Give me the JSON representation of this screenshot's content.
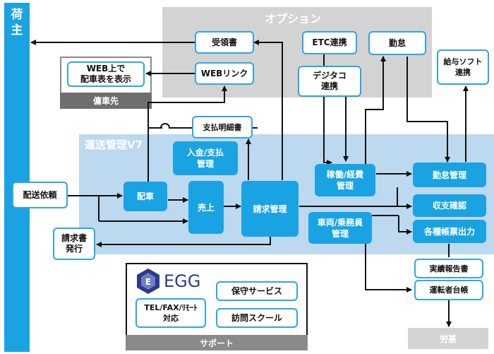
{
  "colors": {
    "accent": "#1aa3e3",
    "light_blue": "#bcd9f0",
    "gray": "#d3d3d3",
    "dark_gray": "#777777",
    "border": "#2ea7e0"
  },
  "shipper": {
    "label": "荷\n主"
  },
  "options": {
    "title": "オプション"
  },
  "v7": {
    "title": "運送管理V7"
  },
  "carrier": {
    "label": "傭車先"
  },
  "support": {
    "label": "サポート"
  },
  "labor": {
    "label": "労基"
  },
  "nodes": {
    "juryosho": "受領書",
    "etc": "ETC連携",
    "kintai": "勤怠",
    "kyuyo": "給与ソフト\n連携",
    "web_display": "WEB上で\n配車表を表示",
    "web_link": "WEBリンク",
    "digitaco": "デジタコ\n連携",
    "shiharai_meisai": "支払明細書",
    "nyukin": "入金/支払\n管理",
    "haisou_irai": "配送依頼",
    "haisha": "配車",
    "uriage": "売上",
    "seikyu": "請求管理",
    "kado": "稼働/経費\n管理",
    "kintai_kanri": "勤怠管理",
    "shushi": "収支確認",
    "sharyo": "車両/乗務員\n管理",
    "chohyo": "各種帳票出力",
    "seikyusho": "請求書\n発行",
    "jisseki": "実績報告書",
    "untensha": "運転者台帳",
    "hoshu": "保守サービス",
    "tel": "TEL/FAX/ﾘﾓｰﾄ\n対応",
    "homon": "訪問スクール"
  },
  "logo": {
    "text": "EGG"
  }
}
